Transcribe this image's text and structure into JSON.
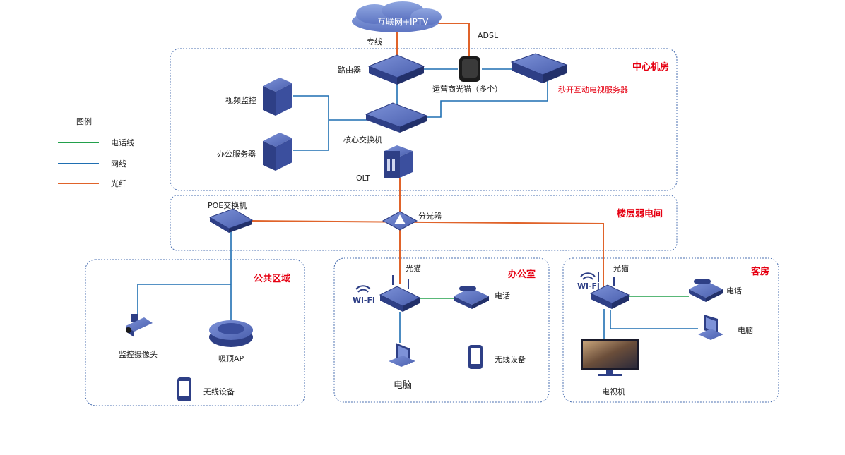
{
  "cloud": {
    "label": "互联网+IPTV"
  },
  "links": {
    "dedicated_line": "专线",
    "adsl": "ADSL"
  },
  "zones": {
    "core_room": {
      "title": "中心机房"
    },
    "floor_room": {
      "title": "楼层弱电间"
    },
    "public": {
      "title": "公共区域"
    },
    "office": {
      "title": "办公室"
    },
    "guest": {
      "title": "客房"
    }
  },
  "devices": {
    "router": "路由器",
    "carrier_modem": "运营商光猫（多个）",
    "tv_server": "秒开互动电视服务器",
    "video_monitor": "视频监控",
    "office_server": "办公服务器",
    "core_switch": "核心交换机",
    "olt": "OLT",
    "poe_switch": "POE交换机",
    "splitter": "分光器",
    "camera": "监控摄像头",
    "ceiling_ap": "吸顶AP",
    "public_wireless": "无线设备",
    "office_onu": "光猫",
    "office_phone": "电话",
    "office_pc": "电脑",
    "office_wireless": "无线设备",
    "office_wifi": "Wi-Fi",
    "guest_onu": "光猫",
    "guest_phone": "电话",
    "guest_pc": "电脑",
    "guest_tv": "电视机",
    "guest_wifi": "Wi-Fi"
  },
  "legend": {
    "title": "图例",
    "items": [
      {
        "label": "电话线",
        "color": "#22a04b"
      },
      {
        "label": "网线",
        "color": "#1f6fb2"
      },
      {
        "label": "光纤",
        "color": "#e0632a"
      }
    ]
  },
  "colors": {
    "zone_border": "#4a6fb0",
    "zone_title": "#e60012",
    "device": "#3a4f9a"
  }
}
